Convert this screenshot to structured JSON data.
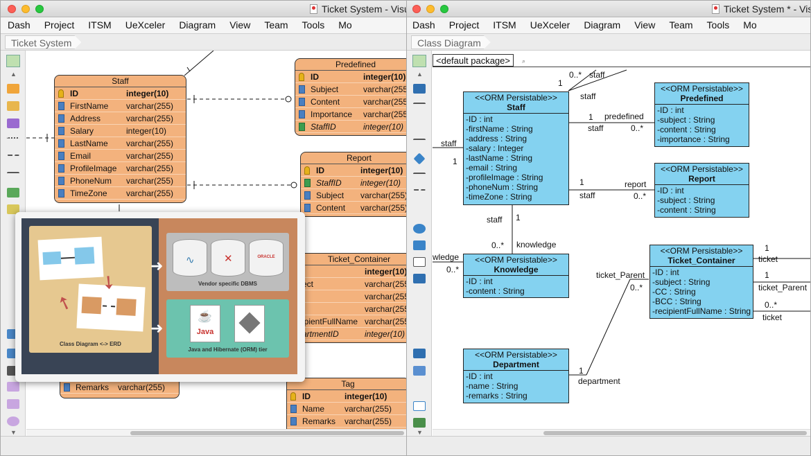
{
  "left_window": {
    "title": "Ticket System - Visu",
    "menu": [
      "Dash",
      "Project",
      "ITSM",
      "UeXceler",
      "Diagram",
      "View",
      "Team",
      "Tools",
      "Mo"
    ],
    "breadcrumb": "Ticket System"
  },
  "right_window": {
    "title": "Ticket System * - Vis",
    "menu": [
      "Dash",
      "Project",
      "ITSM",
      "UeXceler",
      "Diagram",
      "View",
      "Team",
      "Tools",
      "Mo"
    ],
    "breadcrumb": "Class Diagram",
    "package": "<default package>"
  },
  "erd": {
    "staff": {
      "title": "Staff",
      "rows": [
        {
          "name": "ID",
          "type": "integer(10)"
        },
        {
          "name": "FirstName",
          "type": "varchar(255)"
        },
        {
          "name": "Address",
          "type": "varchar(255)"
        },
        {
          "name": "Salary",
          "type": "integer(10)"
        },
        {
          "name": "LastName",
          "type": "varchar(255)"
        },
        {
          "name": "Email",
          "type": "varchar(255)"
        },
        {
          "name": "ProfileImage",
          "type": "varchar(255)"
        },
        {
          "name": "PhoneNum",
          "type": "varchar(255)"
        },
        {
          "name": "TimeZone",
          "type": "varchar(255)"
        }
      ]
    },
    "predefined": {
      "title": "Predefined",
      "rows": [
        {
          "name": "ID",
          "type": "integer(10)"
        },
        {
          "name": "Subject",
          "type": "varchar(255"
        },
        {
          "name": "Content",
          "type": "varchar(255"
        },
        {
          "name": "Importance",
          "type": "varchar(255"
        },
        {
          "name": "StaffID",
          "type": "integer(10)"
        }
      ]
    },
    "report": {
      "title": "Report",
      "rows": [
        {
          "name": "ID",
          "type": "integer(10)"
        },
        {
          "name": "StaffID",
          "type": "integer(10)"
        },
        {
          "name": "Subject",
          "type": "varchar(255)"
        },
        {
          "name": "Content",
          "type": "varchar(255)"
        }
      ]
    },
    "ticket_container": {
      "title": "Ticket_Container",
      "rows": [
        {
          "name": "",
          "type": "integer(10)"
        },
        {
          "name": "ect",
          "type": "varchar(255"
        },
        {
          "name": "",
          "type": "varchar(255"
        },
        {
          "name": "",
          "type": "varchar(255"
        },
        {
          "name": "ipientFullName",
          "type": "varchar(255"
        },
        {
          "name": "artmentID",
          "type": "integer(10)"
        }
      ]
    },
    "tag": {
      "title": "Tag",
      "rows": [
        {
          "name": "ID",
          "type": "integer(10)"
        },
        {
          "name": "Name",
          "type": "varchar(255)"
        },
        {
          "name": "Remarks",
          "type": "varchar(255)"
        }
      ]
    },
    "partial": {
      "name": "Remarks",
      "type": "varchar(255)"
    }
  },
  "overlay": {
    "left_caption": "Class Diagram <-> ERD",
    "top_caption": "Vendor specific DBMS",
    "bottom_caption": "Java and Hibernate (ORM) tier",
    "java_label": "Java",
    "oracle_label": "ORACLE"
  },
  "class_diagram": {
    "stereotype": "<<ORM Persistable>>",
    "classes": {
      "staff": {
        "name": "Staff",
        "attrs": [
          "-ID : int",
          "-firstName : String",
          "-address : String",
          "-salary : Integer",
          "-lastName : String",
          "-email : String",
          "-profileImage : String",
          "-phoneNum : String",
          "-timeZone : String"
        ]
      },
      "predefined": {
        "name": "Predefined",
        "attrs": [
          "-ID : int",
          "-subject : String",
          "-content : String",
          "-importance : String"
        ]
      },
      "report": {
        "name": "Report",
        "attrs": [
          "-ID : int",
          "-subject : String",
          "-content : String"
        ]
      },
      "knowledge": {
        "name": "Knowledge",
        "attrs": [
          "-ID : int",
          "-content : String"
        ]
      },
      "ticket_container": {
        "name": "Ticket_Container",
        "attrs": [
          "-ID : int",
          "-subject : String",
          "-CC : String",
          "-BCC : String",
          "-recipientFullName : String"
        ]
      },
      "department": {
        "name": "Department",
        "attrs": [
          "-ID : int",
          "-name : String",
          "-remarks : String"
        ]
      }
    },
    "labels": {
      "top_many": "0..*",
      "top_staff": "staff",
      "top_one": "1",
      "top_staff2": "staff",
      "pre_one": "1",
      "pre_role": "predefined",
      "pre_staff": "staff",
      "pre_many": "0..*",
      "rep_one": "1",
      "rep_role": "report",
      "rep_staff": "staff",
      "rep_many": "0..*",
      "left_staff": "staff",
      "left_one": "1",
      "kn_staff": "staff",
      "kn_one": "1",
      "kn_many": "0..*",
      "kn_role": "knowledge",
      "kn_left": "wledge",
      "kn_left_many": "0..*",
      "tp_role": "ticket_Parent",
      "tp_many": "0..*",
      "dep_one": "1",
      "dep_role": "department",
      "tc_one1": "1",
      "tc_ticket1": "ticket",
      "tc_one2": "1",
      "tc_parent": "ticket_Parent",
      "tc_many": "0..*",
      "tc_ticket2": "ticket"
    }
  }
}
